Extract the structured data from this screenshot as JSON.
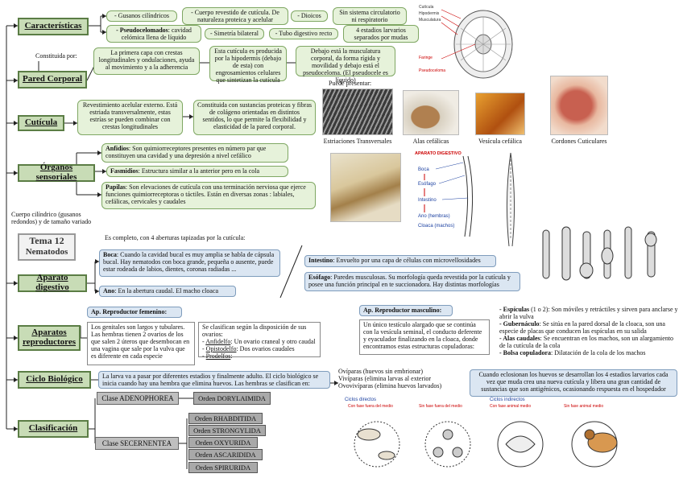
{
  "title": {
    "line1": "Tema 12",
    "line2": "Nematodos"
  },
  "categories": {
    "caracteristicas": "Características",
    "pared": "Pared Corporal",
    "cuticula": "Cutícula",
    "organos": "Órganos sensoriales",
    "digestivo": "Aparato digestivo",
    "reproductores": "Aparatos reproductores",
    "ciclo": "Ciclo Biológico",
    "clasificacion": "Clasificación"
  },
  "caracteristicas": {
    "gusanos": "- Gusanos cilíndricos",
    "cuerpo_rev": "- Cuerpo revestido de cutícula. De naturaleza proteica y acelular",
    "dioicos": "- Dioicos",
    "sin_sistema": "Sin sistema circulatorio ni respiratorio",
    "pseudocelomados_b": "- Pseudocelomados",
    "pseudocelomados_t": ": cavidad celómica llena de líquido",
    "simetria": "- Simetría bilateral",
    "tubo": "- Tubo digestivo recto",
    "estadios": "4 estadios larvarios separados por mudas"
  },
  "pared": {
    "constituida": "Constituida por:",
    "capa": "La primera capa con crestas longitudinales y ondulaciones, ayuda al movimiento y a la adherencia",
    "hipodermis": "Esta cutícula es producida por la hipodermis (debajo de esta) con engrosamientos celulares que sintetizan la cutícula",
    "musculatura": "Debajo está la musculatura corporal, da forma rígida y movilidad y debajo está el pseudoceloma. (El pseudocele es líquido)",
    "puede": "Puede presentar:"
  },
  "cuticula": {
    "revestimiento": "Revestimiento acelular externo. Está estriada transversalmente, estas estrías se pueden combinar con crestas longitudinales",
    "constituida": "Constituida con sustancias proteicas y fibras de colágeno orientadas en distintos sentidos, lo que permite la flexibilidad y elasticidad de la pared corporal."
  },
  "photos": {
    "estriaciones": "Estriaciones Transversales",
    "alas": "Alas cefálicas",
    "vesicula": "Vesícula cefálica",
    "cordones": "Cordones Cuticulares",
    "cross1": "Cutícula",
    "cross2": "Hipodermis",
    "cross3": "Musculatura",
    "cross4": "Faringe",
    "cross5": "Pseudoceloma"
  },
  "organos": {
    "anfidios_b": "Anfidios",
    "anfidios_t": ": Son quimiorreceptores  presentes en número par que constituyen una cavidad y una depresión a nivel cefálico",
    "fasmidios_b": "Fasmidios",
    "fasmidios_t": ": Estructura similar a la anterior pero en la cola",
    "papilas_b": "Papilas",
    "papilas_t": ": Son elevaciones de cutícula con una terminación nerviosa que ejerce funciones quimiorreceptoras o táctiles. Están en diversas zonas : labiales, cefálicas, cervicales y caudales",
    "cuerpo": "Cuerpo cilíndrico (gusanos redondos) y de tamaño variado"
  },
  "digestivo": {
    "completo": "Es completo, con 4 aberturas tapizadas por la cutícula:",
    "boca_b": "Boca",
    "boca_t": ": Cuando la cavidad bucal es muy amplia se habla de cápsula bucal. Hay nematodos con boca grande, pequeña o ausente, puede estar rodeada de labios, dientes, coronas radiadas ...",
    "ano_b": "Ano",
    "ano_t": ": En la abertura caudal. El macho cloaca",
    "intestino_b": "Intestino",
    "intestino_t": ": Envuelto por una capa de células con microvellosidades",
    "esofago_b": "Esófago",
    "esofago_t": ": Paredes musculosas. Su morfología queda revestida por la cutícula y posee una función principal en te succionadora. Hay distintas morfologías",
    "diagram_title": "APARATO DIGESTIVO",
    "diag_boca": "Boca",
    "diag_esofago": "Esófago",
    "diag_intestino": "Intestino",
    "diag_ano": "Ano (hembras)",
    "diag_cloaca": "Cloaca (machos)"
  },
  "reproductores": {
    "fem_title": "Ap. Reproductor femenino:",
    "fem_text": "Los genitales son largos y tubulares. Las hembras tienen 2 ovarios de los que salen 2 úteros que desembocan en una vagina que sale por la vulva que es diferente en cada especie",
    "ovarios_intro": "Se clasifican según la disposición de sus ovarios:",
    "anfidelfo_b": "Anfidelfo",
    "anfidelfo_t": ": Un ovario craneal y otro caudal",
    "opistodelfo_b": "Opistodelfo",
    "opistodelfo_t": ": Dos ovarios caudales",
    "prodelfos_b": "Prodelfos",
    "prodelfos_t": ":",
    "masc_title": "Ap. Reproductor masculino:",
    "masc_text": "Un único testículo alargado que se continúa con la vesícula seminal, el conducto deferente y eyaculador finalizando en la cloaca, donde encontramos estas estructuras copuladoras:",
    "espiculas_b": "- Espículas",
    "espiculas_t": " (1 o 2): Son móviles y retráctiles y sirven para anclarse y abrir la vulva",
    "gubernaculo_b": "- Gubernáculo",
    "gubernaculo_t": ": Se sitúa en la pared dorsal de la cloaca, son una especie de placas que conducen las espículas en su salida",
    "alas_b": "- Alas caudales",
    "alas_t": ": Se encuentran en los machos, son un alargamiento de la cutícula de la cola",
    "bolsa_b": "- Bolsa copuladora",
    "bolsa_t": ": Dilatación de la cola de los machos"
  },
  "ciclo": {
    "larva": "La larva va a pasar por diferentes estadios y finalmente adulto. El ciclo biológico se inicia cuando hay una hembra que elimina huevos. Las hembras se clasifican en:",
    "oviparas": "Ovíparas (huevos sin embrionar)\nVivíparas (elimina larvas al exterior\nOvovivíparas (elimina huevos larvados)",
    "eclosionan": "Cuando eclosionan los huevos se desarrollan los 4 estadios larvarios cada vez que muda crea una nueva cutícula y libera una gran cantidad de sustancias que son antigénicos, ocasionando respuesta en el hospedador",
    "ciclo_directo": "Ciclos directos",
    "ciclo_indirecto": "Ciclos indirectos",
    "sin_fuera": "Con fase fuera del medio",
    "sin_fuera2": "Sin fase fuera del medio",
    "con_animal": "Con fase animal medio",
    "sin_animal": "Sin fase animal medio"
  },
  "clasificacion": {
    "adenophorea": "Clase ADENOPHOREA",
    "dorylaimida": "Orden DORYLAIMIDA",
    "secernentea": "Clase SECERNENTEA",
    "rhabditida": "Orden RHABDITIDA",
    "strongylida": "Orden STRONGYLIDA",
    "oxyurida": "Orden OXYURIDA",
    "ascaridida": "Orden ASCARIDIDA",
    "spirurida": "Orden SPIRURIDA"
  },
  "colors": {
    "green_fill": "#c8dcb6",
    "green_border": "#5b7d45",
    "blue_fill": "#dbe6f2",
    "gray": "#bfbfbf"
  }
}
